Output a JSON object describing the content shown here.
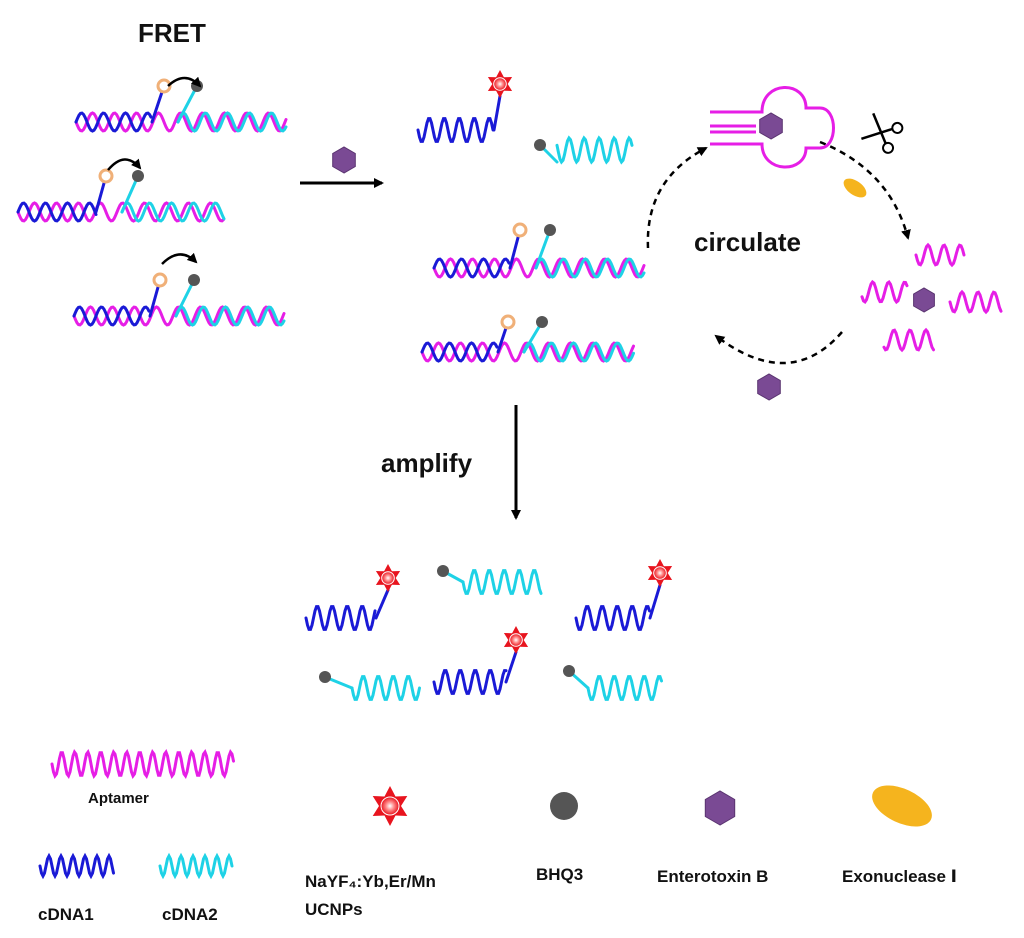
{
  "labels": {
    "fret": "FRET",
    "circulate": "circulate",
    "amplify": "amplify"
  },
  "legend": {
    "aptamer": "Aptamer",
    "cdna1": "cDNA1",
    "cdna2": "cDNA2",
    "ucnp_line1": "NaYF₄:Yb,Er/Mn",
    "ucnp_line2": "UCNPs",
    "bhq3": "BHQ3",
    "enterotoxin": "Enterotoxin B",
    "exonuclease": "Exonuclease Ⅰ"
  },
  "colors": {
    "aptamer": "#e61ee6",
    "cdna1": "#1a1ad6",
    "cdna2": "#1ed2e6",
    "ucnp": "#e8141e",
    "bhq3": "#555555",
    "enterotoxin": "#7a4a94",
    "exonuclease": "#f5b41e",
    "fluorophore_ring": "#f0b078",
    "arrow": "#000000"
  }
}
